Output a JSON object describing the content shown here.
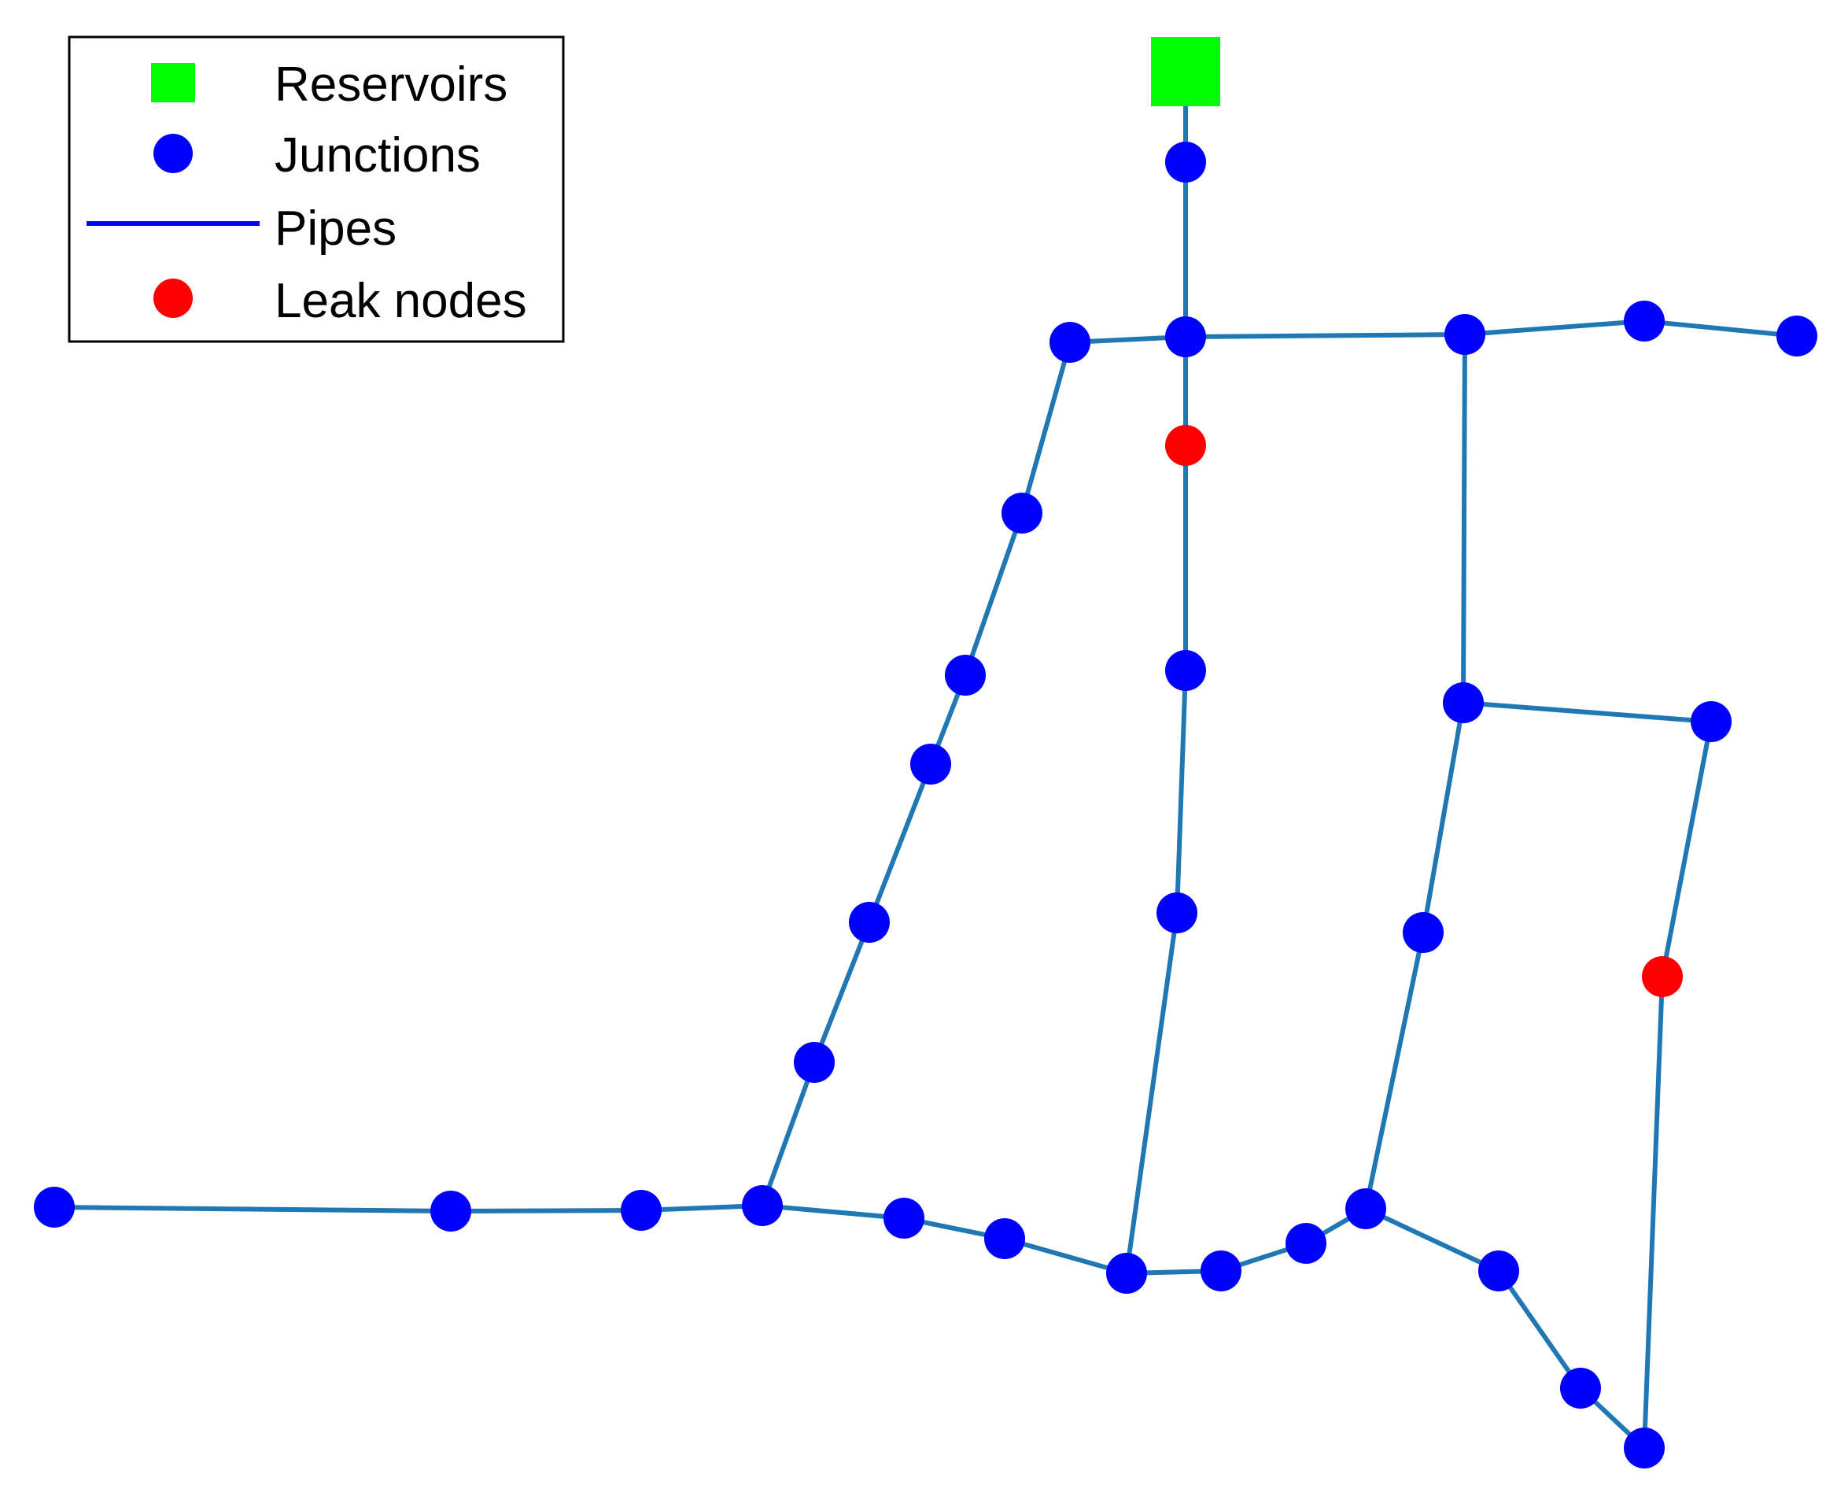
{
  "legend": {
    "reservoirs": "Reservoirs",
    "junctions": "Junctions",
    "pipes": "Pipes",
    "leak_nodes": "Leak nodes"
  },
  "colors": {
    "reservoir": "#00ff00",
    "junction": "#0000ff",
    "pipe": "#1f77b4",
    "legend_pipe": "#0000ff",
    "leak": "#ff0000"
  },
  "network": {
    "reservoir": "R",
    "nodes": [
      {
        "id": "R",
        "kind": "reservoir"
      },
      {
        "id": "J1",
        "kind": "junction"
      },
      {
        "id": "J2",
        "kind": "junction"
      },
      {
        "id": "J3",
        "kind": "junction"
      },
      {
        "id": "J4",
        "kind": "junction"
      },
      {
        "id": "J5",
        "kind": "junction"
      },
      {
        "id": "J6",
        "kind": "junction"
      },
      {
        "id": "L1",
        "kind": "leak"
      },
      {
        "id": "J7",
        "kind": "junction"
      },
      {
        "id": "J8",
        "kind": "junction"
      },
      {
        "id": "J9",
        "kind": "junction"
      },
      {
        "id": "J10",
        "kind": "junction"
      },
      {
        "id": "J11",
        "kind": "junction"
      },
      {
        "id": "J12",
        "kind": "junction"
      },
      {
        "id": "J13",
        "kind": "junction"
      },
      {
        "id": "J14",
        "kind": "junction"
      },
      {
        "id": "J15",
        "kind": "junction"
      },
      {
        "id": "J16",
        "kind": "junction"
      },
      {
        "id": "J17",
        "kind": "junction"
      },
      {
        "id": "J18",
        "kind": "junction"
      },
      {
        "id": "J19",
        "kind": "junction"
      },
      {
        "id": "J20",
        "kind": "junction"
      },
      {
        "id": "J21",
        "kind": "junction"
      },
      {
        "id": "J22",
        "kind": "junction"
      },
      {
        "id": "J23",
        "kind": "junction"
      },
      {
        "id": "J24",
        "kind": "junction"
      },
      {
        "id": "J25",
        "kind": "junction"
      },
      {
        "id": "J26",
        "kind": "junction"
      },
      {
        "id": "J27",
        "kind": "junction"
      },
      {
        "id": "J28",
        "kind": "junction"
      },
      {
        "id": "J29",
        "kind": "junction"
      },
      {
        "id": "J30",
        "kind": "junction"
      },
      {
        "id": "J31",
        "kind": "junction"
      },
      {
        "id": "J32",
        "kind": "junction"
      },
      {
        "id": "J33",
        "kind": "junction"
      },
      {
        "id": "L2",
        "kind": "leak"
      },
      {
        "id": "J34",
        "kind": "junction"
      },
      {
        "id": "J35",
        "kind": "junction"
      },
      {
        "id": "J36",
        "kind": "junction"
      },
      {
        "id": "J37",
        "kind": "junction"
      }
    ],
    "pipes": [
      [
        "R",
        "J1"
      ],
      [
        "J1",
        "J2"
      ],
      [
        "J2",
        "J3"
      ],
      [
        "J2",
        "J4"
      ],
      [
        "J4",
        "J5"
      ],
      [
        "J5",
        "J6"
      ],
      [
        "J2",
        "L1"
      ],
      [
        "L1",
        "J7"
      ],
      [
        "J7",
        "J8"
      ],
      [
        "J8",
        "J9"
      ],
      [
        "J3",
        "J10"
      ],
      [
        "J10",
        "J11"
      ],
      [
        "J11",
        "J12"
      ],
      [
        "J12",
        "J13"
      ],
      [
        "J13",
        "J14"
      ],
      [
        "J14",
        "J15"
      ],
      [
        "J19",
        "J18"
      ],
      [
        "J18",
        "J17"
      ],
      [
        "J17",
        "J16"
      ],
      [
        "J15",
        "J16"
      ],
      [
        "J15",
        "J20"
      ],
      [
        "J20",
        "J21"
      ],
      [
        "J21",
        "J9"
      ],
      [
        "J9",
        "J22"
      ],
      [
        "J22",
        "J23"
      ],
      [
        "J23",
        "J24"
      ],
      [
        "J4",
        "J25"
      ],
      [
        "J25",
        "J26"
      ],
      [
        "J26",
        "J24"
      ],
      [
        "J25",
        "J27"
      ],
      [
        "J27",
        "L2"
      ],
      [
        "J24",
        "J28"
      ],
      [
        "J28",
        "J29"
      ],
      [
        "J29",
        "J30"
      ],
      [
        "L2",
        "J30"
      ]
    ]
  }
}
